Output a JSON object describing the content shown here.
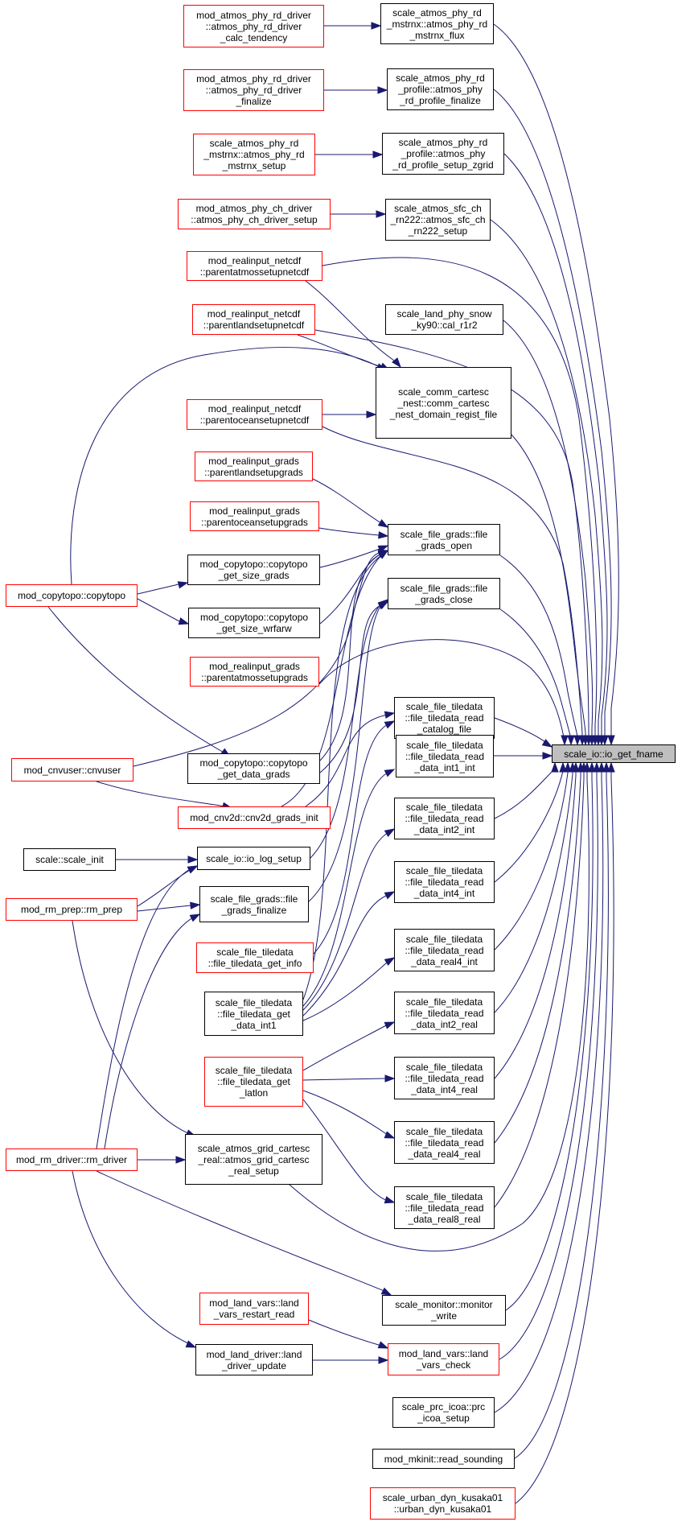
{
  "diagram": {
    "type": "call-graph",
    "edge_color": "#191970",
    "incomplete_border_color": "#ff0000",
    "target_fill": "#bfbfbf",
    "nodes": [
      {
        "id": "target",
        "label": "scale_io::io_get_fname",
        "border": "black",
        "highlight": true
      },
      {
        "id": "rd_flux",
        "label": "scale_atmos_phy_rd\n_mstrnx::atmos_phy_rd\n_mstrnx_flux",
        "border": "black"
      },
      {
        "id": "rd_calc",
        "label": "mod_atmos_phy_rd_driver\n::atmos_phy_rd_driver\n_calc_tendency",
        "border": "red"
      },
      {
        "id": "rd_prof_fin",
        "label": "scale_atmos_phy_rd\n_profile::atmos_phy\n_rd_profile_finalize",
        "border": "black"
      },
      {
        "id": "rd_drv_fin",
        "label": "mod_atmos_phy_rd_driver\n::atmos_phy_rd_driver\n_finalize",
        "border": "red"
      },
      {
        "id": "rd_prof_zgrid",
        "label": "scale_atmos_phy_rd\n_profile::atmos_phy\n_rd_profile_setup_zgrid",
        "border": "black"
      },
      {
        "id": "rd_mstrnx_setup",
        "label": "scale_atmos_phy_rd\n_mstrnx::atmos_phy_rd\n_mstrnx_setup",
        "border": "red"
      },
      {
        "id": "sfc_rn222",
        "label": "scale_atmos_sfc_ch\n_rn222::atmos_sfc_ch\n_rn222_setup",
        "border": "black"
      },
      {
        "id": "ch_driver",
        "label": "mod_atmos_phy_ch_driver\n::atmos_phy_ch_driver_setup",
        "border": "red"
      },
      {
        "id": "ri_atmos_nc",
        "label": "mod_realinput_netcdf\n::parentatmossetupnetcdf",
        "border": "red"
      },
      {
        "id": "snow",
        "label": "scale_land_phy_snow\n_ky90::cal_r1r2",
        "border": "black"
      },
      {
        "id": "ri_land_nc",
        "label": "mod_realinput_netcdf\n::parentlandsetupnetcdf",
        "border": "red"
      },
      {
        "id": "comm_nest",
        "label": "scale_comm_cartesc\n_nest::comm_cartesc\n_nest_domain_regist_file",
        "border": "black"
      },
      {
        "id": "ri_ocean_nc",
        "label": "mod_realinput_netcdf\n::parentoceansetupnetcdf",
        "border": "red"
      },
      {
        "id": "ri_land_gr",
        "label": "mod_realinput_grads\n::parentlandsetupgrads",
        "border": "red"
      },
      {
        "id": "ri_ocean_gr",
        "label": "mod_realinput_grads\n::parentoceansetupgrads",
        "border": "red"
      },
      {
        "id": "grads_open",
        "label": "scale_file_grads::file\n_grads_open",
        "border": "black"
      },
      {
        "id": "ct_size_grads",
        "label": "mod_copytopo::copytopo\n_get_size_grads",
        "border": "black"
      },
      {
        "id": "copytopo",
        "label": "mod_copytopo::copytopo",
        "border": "red"
      },
      {
        "id": "grads_close",
        "label": "scale_file_grads::file\n_grads_close",
        "border": "black"
      },
      {
        "id": "ct_size_wrfarw",
        "label": "mod_copytopo::copytopo\n_get_size_wrfarw",
        "border": "black"
      },
      {
        "id": "ri_atmos_gr",
        "label": "mod_realinput_grads\n::parentatmossetupgrads",
        "border": "red"
      },
      {
        "id": "td_catalog",
        "label": "scale_file_tiledata\n::file_tiledata_read\n_catalog_file",
        "border": "black"
      },
      {
        "id": "cnvuser",
        "label": "mod_cnvuser::cnvuser",
        "border": "red"
      },
      {
        "id": "ct_data_grads",
        "label": "mod_copytopo::copytopo\n_get_data_grads",
        "border": "black"
      },
      {
        "id": "td_int1",
        "label": "scale_file_tiledata\n::file_tiledata_read\n_data_int1_int",
        "border": "black"
      },
      {
        "id": "cnv2d",
        "label": "mod_cnv2d::cnv2d_grads_init",
        "border": "red"
      },
      {
        "id": "td_int2",
        "label": "scale_file_tiledata\n::file_tiledata_read\n_data_int2_int",
        "border": "black"
      },
      {
        "id": "scale_init",
        "label": "scale::scale_init",
        "border": "black"
      },
      {
        "id": "log_setup",
        "label": "scale_io::io_log_setup",
        "border": "black"
      },
      {
        "id": "rm_prep",
        "label": "mod_rm_prep::rm_prep",
        "border": "red"
      },
      {
        "id": "grads_fin",
        "label": "scale_file_grads::file\n_grads_finalize",
        "border": "black"
      },
      {
        "id": "td_int4",
        "label": "scale_file_tiledata\n::file_tiledata_read\n_data_int4_int",
        "border": "black"
      },
      {
        "id": "td_get_info",
        "label": "scale_file_tiledata\n::file_tiledata_get_info",
        "border": "red"
      },
      {
        "id": "td_real4",
        "label": "scale_file_tiledata\n::file_tiledata_read\n_data_real4_int",
        "border": "black"
      },
      {
        "id": "td_get_int1",
        "label": "scale_file_tiledata\n::file_tiledata_get\n_data_int1",
        "border": "black"
      },
      {
        "id": "td_int2_real",
        "label": "scale_file_tiledata\n::file_tiledata_read\n_data_int2_real",
        "border": "black"
      },
      {
        "id": "td_latlon",
        "label": "scale_file_tiledata\n::file_tiledata_get\n_latlon",
        "border": "red"
      },
      {
        "id": "td_int4_real",
        "label": "scale_file_tiledata\n::file_tiledata_read\n_data_int4_real",
        "border": "black"
      },
      {
        "id": "td_real4_real",
        "label": "scale_file_tiledata\n::file_tiledata_read\n_data_real4_real",
        "border": "black"
      },
      {
        "id": "rm_driver",
        "label": "mod_rm_driver::rm_driver",
        "border": "red"
      },
      {
        "id": "grid_real",
        "label": "scale_atmos_grid_cartesc\n_real::atmos_grid_cartesc\n_real_setup",
        "border": "black"
      },
      {
        "id": "td_real8_real",
        "label": "scale_file_tiledata\n::file_tiledata_read\n_data_real8_real",
        "border": "black"
      },
      {
        "id": "monitor",
        "label": "scale_monitor::monitor\n_write",
        "border": "black"
      },
      {
        "id": "land_restart",
        "label": "mod_land_vars::land\n_vars_restart_read",
        "border": "red"
      },
      {
        "id": "land_check",
        "label": "mod_land_vars::land\n_vars_check",
        "border": "red"
      },
      {
        "id": "land_driver",
        "label": "mod_land_driver::land\n_driver_update",
        "border": "black"
      },
      {
        "id": "icoa",
        "label": "scale_prc_icoa::prc\n_icoa_setup",
        "border": "black"
      },
      {
        "id": "sounding",
        "label": "mod_mkinit::read_sounding",
        "border": "black"
      },
      {
        "id": "kusaka",
        "label": "scale_urban_dyn_kusaka01\n::urban_dyn_kusaka01",
        "border": "red"
      }
    ]
  }
}
